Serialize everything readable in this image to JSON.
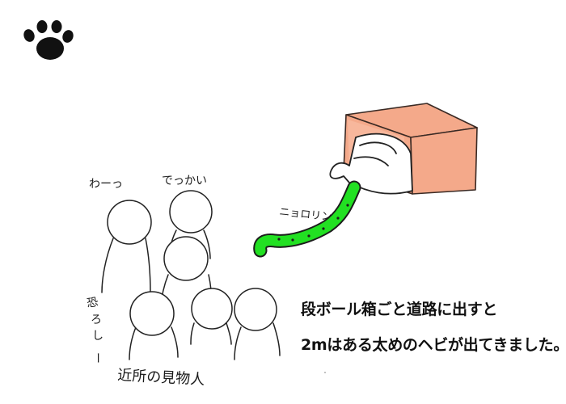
{
  "illustration": {
    "paw_icon": "paw-print-icon",
    "box_color": "#f4a98a",
    "snake_color": "#22e022",
    "label_wow": "わーっ",
    "label_big": "でっかい",
    "label_scary_1": "恐",
    "label_scary_2": "ろ",
    "label_scary_3": "し",
    "label_scary_4": "ー",
    "label_sound": "ニョロリン",
    "label_crowd": "近所の見物人"
  },
  "caption": {
    "line1": "段ボール箱ごと道路に出すと",
    "line2": "2mはある太めのヘビが出てきました。"
  }
}
